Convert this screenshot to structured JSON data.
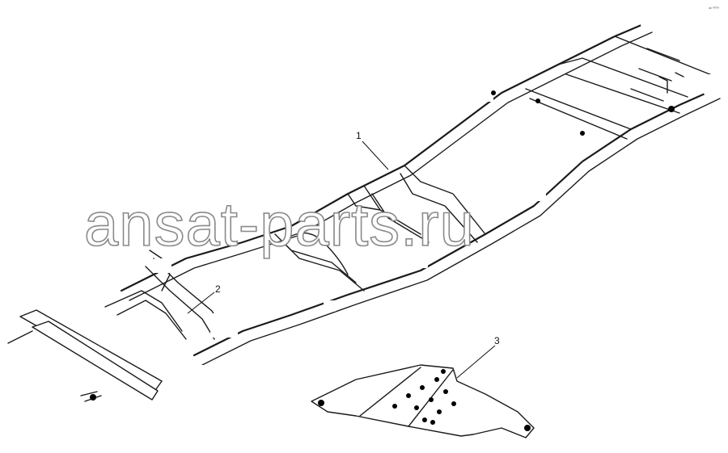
{
  "callouts": [
    {
      "id": "1",
      "label": "1"
    },
    {
      "id": "2",
      "label": "2"
    },
    {
      "id": "3",
      "label": "3"
    }
  ],
  "watermark": "ansat-parts.ru",
  "corner_code": "ᵃᵖ ⁰⁰⁰⁰",
  "colors": {
    "line": "#1a1a1a",
    "background": "#ffffff",
    "watermark_stroke": "#8a8a8a"
  }
}
